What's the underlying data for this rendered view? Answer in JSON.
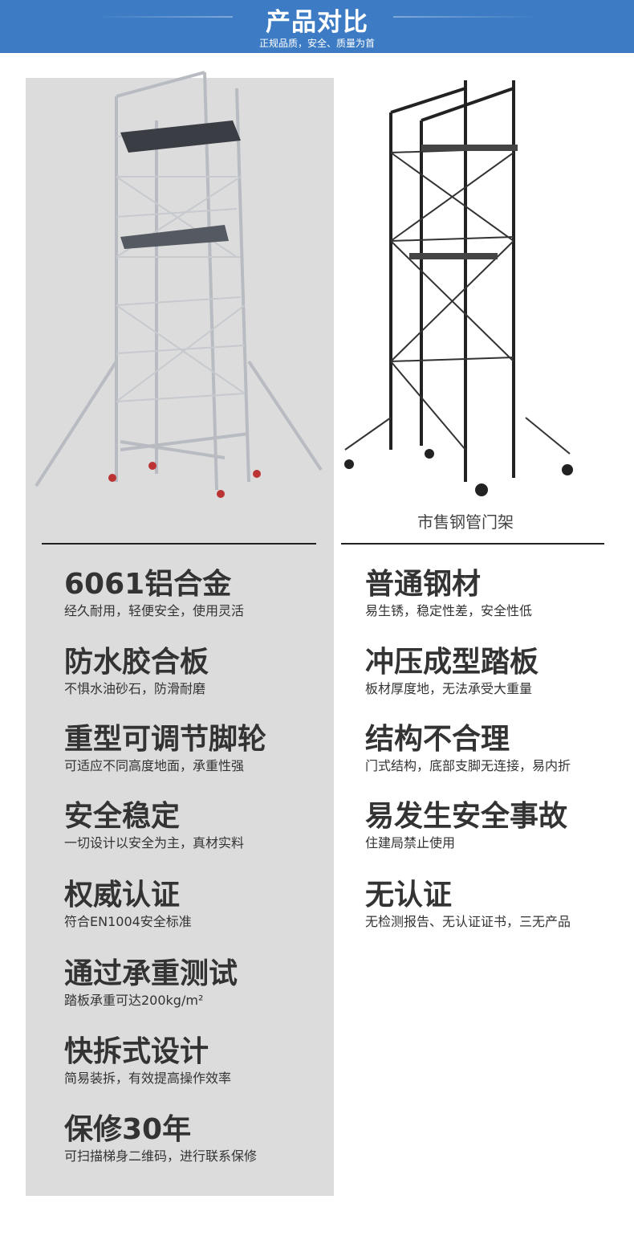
{
  "header": {
    "title": "产品对比",
    "subtitle": "正规品质，安全、质量为首"
  },
  "right_caption": "市售钢管门架",
  "left_items": [
    {
      "title": "6061铝合金",
      "desc": "经久耐用，轻便安全，使用灵活"
    },
    {
      "title": "防水胶合板",
      "desc": "不惧水油砂石，防滑耐磨"
    },
    {
      "title": "重型可调节脚轮",
      "desc": "可适应不同高度地面，承重性强"
    },
    {
      "title": "安全稳定",
      "desc": "一切设计以安全为主，真材实料"
    },
    {
      "title": "权威认证",
      "desc": "符合EN1004安全标准"
    },
    {
      "title": "通过承重测试",
      "desc": "踏板承重可达200kg/m²"
    },
    {
      "title": "快拆式设计",
      "desc": "简易装拆，有效提高操作效率"
    },
    {
      "title": "保修30年",
      "desc": "可扫描梯身二维码，进行联系保修"
    }
  ],
  "right_items": [
    {
      "title": "普通钢材",
      "desc": "易生锈，稳定性差，安全性低"
    },
    {
      "title": "冲压成型踏板",
      "desc": "板材厚度地，无法承受大重量"
    },
    {
      "title": "结构不合理",
      "desc": "门式结构，底部支脚无连接，易内折"
    },
    {
      "title": "易发生安全事故",
      "desc": "住建局禁止使用"
    },
    {
      "title": "无认证",
      "desc": "无检测报告、无认证证书，三无产品"
    }
  ],
  "colors": {
    "header": "#3d7cc4",
    "panel": "#dcdcdc"
  }
}
